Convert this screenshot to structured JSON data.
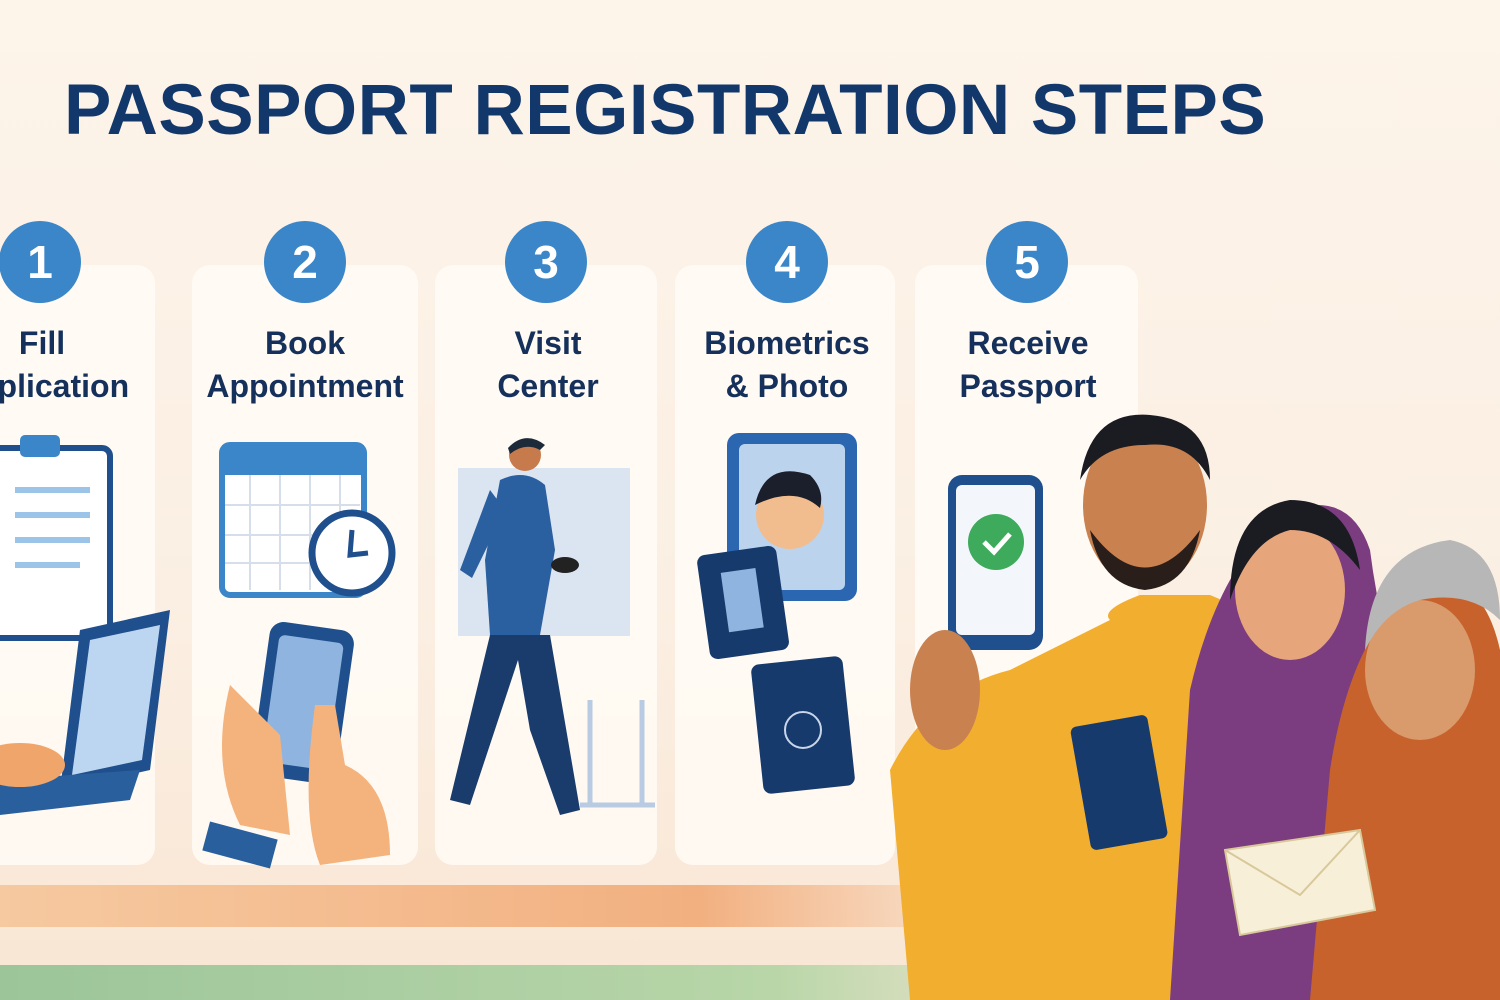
{
  "title": "PASSPORT REGISTRATION STEPS",
  "colors": {
    "title": "#12386b",
    "step_circle": "#3a86c8",
    "label": "#15305a",
    "background": "#fdf4ea"
  },
  "steps": [
    {
      "number": "1",
      "line1": "Fill",
      "line2": "Application",
      "icon": "clipboard-laptop-icon"
    },
    {
      "number": "2",
      "line1": "Book",
      "line2": "Appointment",
      "icon": "calendar-clock-phone-icon"
    },
    {
      "number": "3",
      "line1": "Visit",
      "line2": "Center",
      "icon": "walking-person-icon"
    },
    {
      "number": "4",
      "line1": "Biometrics",
      "line2": "& Photo",
      "icon": "photo-passport-icon"
    },
    {
      "number": "5",
      "line1": "Receive",
      "line2": "Passport",
      "icon": "phone-check-icon"
    }
  ]
}
